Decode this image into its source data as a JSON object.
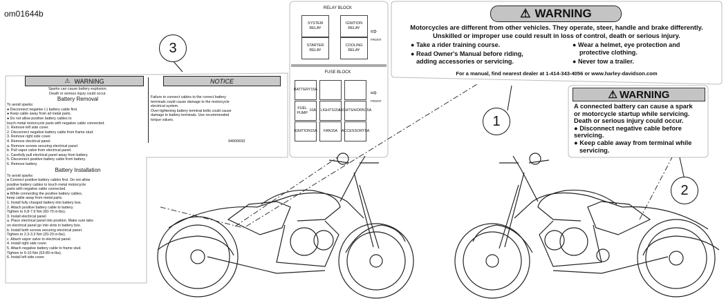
{
  "ref_id": "om01644b",
  "callouts": [
    "1",
    "2",
    "3"
  ],
  "warning1": {
    "title": "WARNING",
    "line1": "Motorcycles are different from other vehicles.  They operate, steer, handle and brake differently.",
    "line2": "Unskilled or improper use could result in loss of control, death or serious injury.",
    "bullets_left": [
      "Take a rider training course.",
      "Read Owner's Manual before riding,",
      "adding accessories or servicing."
    ],
    "bullets_right": [
      "Wear a helmet, eye protection and",
      "protective clothing.",
      "Never tow a trailer."
    ],
    "footer": "For a manual, find nearest dealer at 1-414-343-4056 or www.harley-davidson.com"
  },
  "warning2": {
    "title": "WARNING",
    "lines": [
      "A connected battery can cause a spark",
      "or motorcycle startup while servicing.",
      "Death or serious injury could occur."
    ],
    "bullets": [
      "Disconnect negative cable before servicing.",
      "Keep cable away from terminal while",
      "servicing."
    ]
  },
  "relay_block": {
    "title": "RELAY BLOCK",
    "relays": [
      "SYSTEM RELAY",
      "IGNITION RELAY",
      "STARTER RELAY",
      "COOLING RELAY"
    ],
    "front": "FRONT"
  },
  "fuse_block": {
    "title": "FUSE BLOCK",
    "fuses": [
      {
        "name": "BATTERY",
        "amps": "15A"
      },
      {
        "name": "",
        "amps": ""
      },
      {
        "name": "",
        "amps": ""
      },
      {
        "name": "FUEL PUMP",
        "amps": "10A"
      },
      {
        "name": "LIGHTS",
        "amps": "15A"
      },
      {
        "name": "LIGHTS/HORN",
        "amps": "15A"
      },
      {
        "name": "IGNITION",
        "amps": "15A"
      },
      {
        "name": "FAN",
        "amps": "15A"
      },
      {
        "name": "ACCESSORY",
        "amps": "5A"
      }
    ],
    "front": "FRONT"
  },
  "label3": {
    "warning_title": "WARNING",
    "notice_title": "NOTICE",
    "intro": [
      "Sparks can cause battery explosion.",
      "Death or serious injury could occur."
    ],
    "removal_title": "Battery Removal",
    "removal_lines": [
      "To avoid sparks:",
      "● Disconnect negative (-) battery cable first.",
      "● Keep cable away from all metal parts.",
      "● Do not allow positive battery cables to",
      "   touch metal motorcycle parts with negative cable connected.",
      "1. Remove left side cover.",
      "2. Disconnect negative battery cable from frame stud.",
      "3. Remove right side cover.",
      "4. Remove electrical panel.",
      "   a. Remove screws securing electrical panel.",
      "   b. Pull vapor valve from electrical panel.",
      "   c. Carefully pull electrical panel away from battery.",
      "5. Disconnect positive battery cable from battery.",
      "6. Remove battery."
    ],
    "install_title": "Battery Installation",
    "install_lines": [
      "To avoid sparks:",
      "● Connect positive battery cables first. Do not allow",
      "   positive battery cables to touch metal motorcycle",
      "   parts with negative cable connected.",
      "● While connecting the positive battery cables,",
      "   keep cable away from metal parts.",
      "1. Install fully charged battery into battery box.",
      "2. Attach positive battery cable to battery.",
      "   Tighten to 6.8-7.9 Nm (60-70 in-lbs).",
      "3. Install electrical panel.",
      "   a. Place electrical panel into position. Make sure tabs",
      "      on electrical panel go into slots in battery box.",
      "   b. Install both screws securing electrical panel.",
      "      Tighten to 2.3-3.3 Nm (20-29 in-lbs).",
      "   c. Attach vapor valve to electrical panel.",
      "4. Install right side cover.",
      "5. Attach negative battery cable to frame stud.",
      "   Tighten to 6-10 Nm (53-89 in-lbs).",
      "6. Install left side cover."
    ],
    "notice_lines": [
      "Failure to connect cables to the correct battery",
      "terminals could cause damage to the motorcycle",
      "electrical system.",
      "Over-tightening battery terminal bolts could cause",
      "damage to battery terminals. Use recommended",
      "torque values."
    ],
    "part_number": "94000693"
  }
}
